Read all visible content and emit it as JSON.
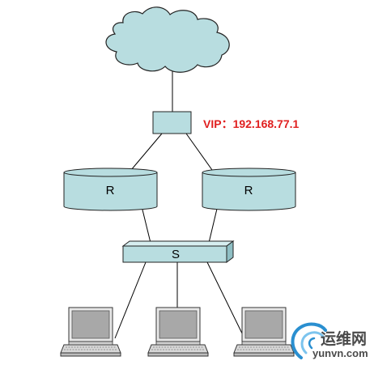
{
  "vip": {
    "label": "VIP：192.168.77.1",
    "color": "#e02020"
  },
  "routers": [
    {
      "label": "R"
    },
    {
      "label": "R"
    }
  ],
  "switch": {
    "label": "S"
  },
  "clients": [
    {
      "icon": "laptop-icon"
    },
    {
      "icon": "laptop-icon"
    },
    {
      "icon": "laptop-icon"
    }
  ],
  "cloud": {
    "icon": "cloud-icon"
  },
  "watermark": {
    "text_cn": "运维网",
    "text_en": "yunvn.com"
  },
  "colors": {
    "device_fill": "#b8dde0",
    "device_stroke": "#222222",
    "line": "#000000"
  }
}
